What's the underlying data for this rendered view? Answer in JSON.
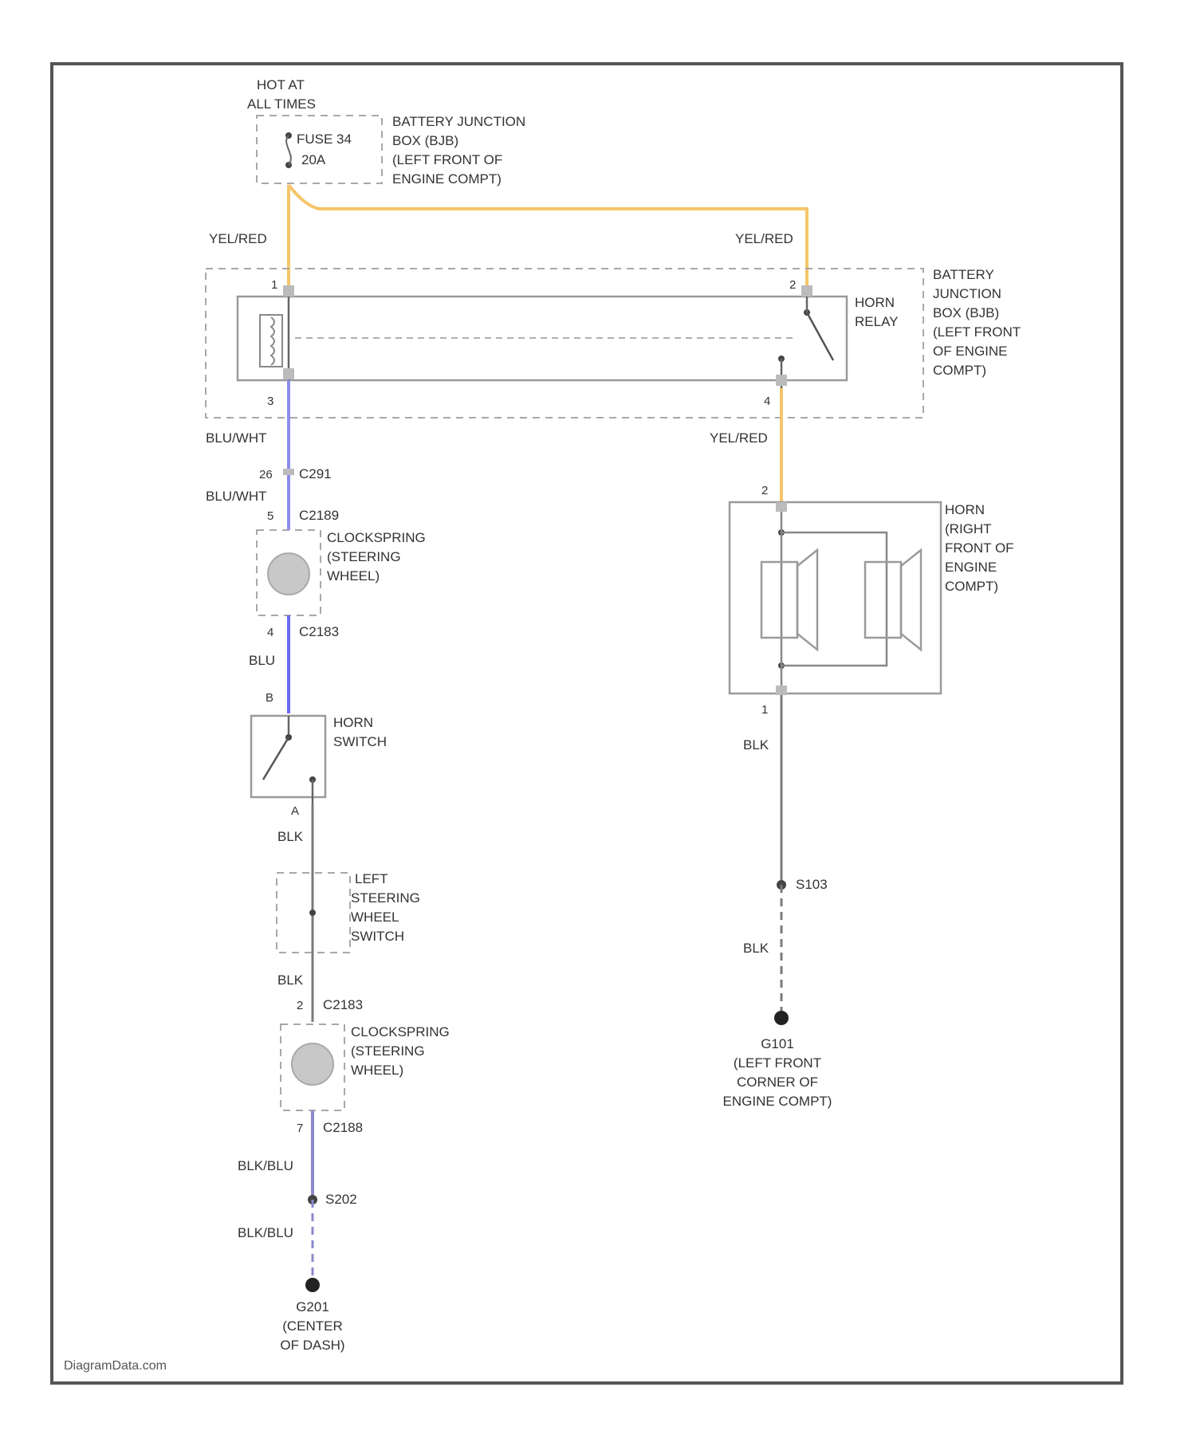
{
  "diagram": {
    "colors": {
      "yel_red": "#f5c56a",
      "blu_wht": "#8c8cf0",
      "blu": "#6a6af5",
      "blk": "#7a7a7a",
      "blk_blu": "#8a8ac8"
    },
    "fuse": {
      "hot_label_1": "HOT AT",
      "hot_label_2": "ALL TIMES",
      "fuse_name": "FUSE 34",
      "fuse_rating": "20A",
      "bjb_1": "BATTERY JUNCTION",
      "bjb_2": "BOX (BJB)",
      "bjb_3": "(LEFT FRONT OF",
      "bjb_4": "ENGINE COMPT)"
    },
    "relay": {
      "name_1": "HORN",
      "name_2": "RELAY",
      "bjb_1": "BATTERY",
      "bjb_2": "JUNCTION",
      "bjb_3": "BOX (BJB)",
      "bjb_4": "(LEFT FRONT",
      "bjb_5": "OF ENGINE",
      "bjb_6": "COMPT)",
      "pin_1": "1",
      "pin_2": "2",
      "pin_3": "3",
      "pin_4": "4"
    },
    "wires": {
      "yel_red_left": "YEL/RED",
      "yel_red_right": "YEL/RED",
      "yel_red_horn": "YEL/RED",
      "blu_wht_1": "BLU/WHT",
      "blu_wht_2": "BLU/WHT",
      "blu": "BLU",
      "blk_1": "BLK",
      "blk_2": "BLK",
      "blk_horn_1": "BLK",
      "blk_horn_2": "BLK",
      "blk_blu_1": "BLK/BLU",
      "blk_blu_2": "BLK/BLU"
    },
    "connectors": {
      "c291_pin": "26",
      "c291": "C291",
      "c2189_pin": "5",
      "c2189": "C2189",
      "c2183_pin": "4",
      "c2183": "C2183",
      "horn_sw_pin_b": "B",
      "horn_sw_pin_a": "A",
      "c2183b_pin": "2",
      "c2183b": "C2183",
      "c2188_pin": "7",
      "c2188": "C2188"
    },
    "clockspring_1": {
      "l1": "CLOCKSPRING",
      "l2": "(STEERING",
      "l3": "WHEEL)"
    },
    "clockspring_2": {
      "l1": "CLOCKSPRING",
      "l2": "(STEERING",
      "l3": "WHEEL)"
    },
    "horn_switch": {
      "l1": "HORN",
      "l2": "SWITCH"
    },
    "lsw_switch": {
      "l1": "LEFT",
      "l2": "STEERING",
      "l3": "WHEEL",
      "l4": "SWITCH"
    },
    "horn": {
      "pin_2": "2",
      "pin_1": "1",
      "l1": "HORN",
      "l2": "(RIGHT",
      "l3": "FRONT OF",
      "l4": "ENGINE",
      "l5": "COMPT)"
    },
    "splices": {
      "s202": "S202",
      "s103": "S103"
    },
    "grounds": {
      "g201_1": "G201",
      "g201_2": "(CENTER",
      "g201_3": "OF DASH)",
      "g101_1": "G101",
      "g101_2": "(LEFT FRONT",
      "g101_3": "CORNER OF",
      "g101_4": "ENGINE COMPT)"
    },
    "watermark": "DiagramData.com"
  }
}
